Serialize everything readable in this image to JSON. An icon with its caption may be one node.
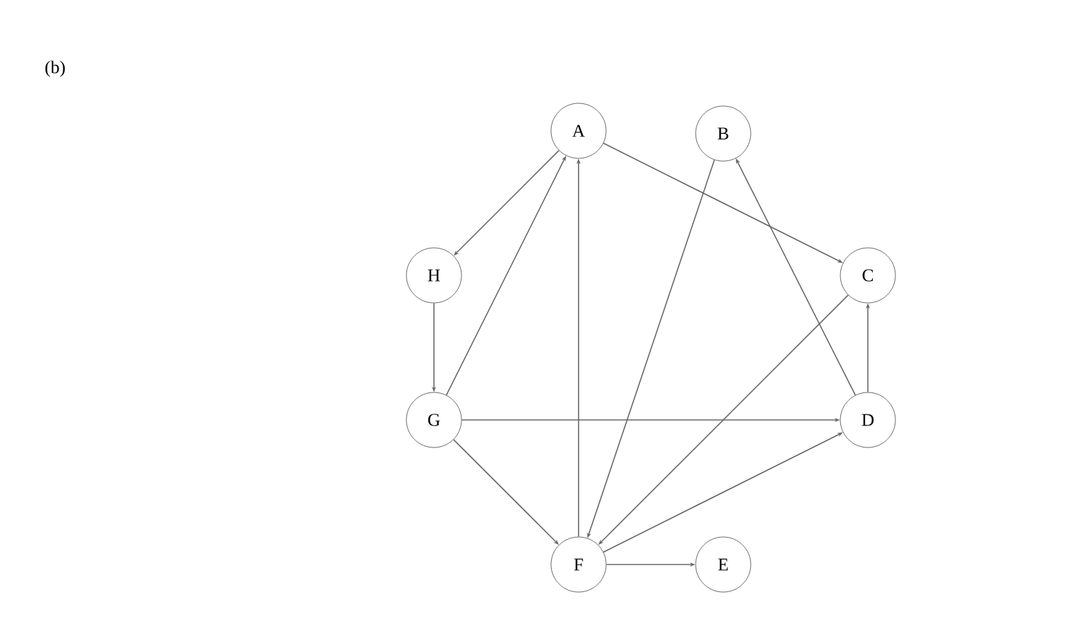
{
  "diagram": {
    "nodes": [
      {
        "text": [
          "A"
        ]
      },
      {
        "text": [
          "B"
        ]
      },
      {
        "text": [
          "C"
        ]
      },
      {
        "text": [
          "D"
        ]
      },
      {
        "text": [
          "E"
        ]
      },
      {
        "text": [
          "F"
        ]
      },
      {
        "text": [
          "G"
        ]
      },
      {
        "text": [
          "H"
        ]
      }
    ],
    "edges": [
      {
        "from": 0,
        "to": 7,
        "arrow": "to"
      },
      {
        "from": 0,
        "to": 2,
        "arrow": "to"
      },
      {
        "from": 7,
        "to": 6,
        "arrow": "to"
      },
      {
        "from": 6,
        "to": 0,
        "arrow": "to"
      },
      {
        "from": 5,
        "to": 0,
        "arrow": "to"
      },
      {
        "from": 1,
        "to": 5,
        "arrow": "to"
      },
      {
        "from": 3,
        "to": 1,
        "arrow": "to"
      },
      {
        "from": 3,
        "to": 2,
        "arrow": "to"
      },
      {
        "from": 6,
        "to": 3,
        "arrow": "to"
      },
      {
        "from": 6,
        "to": 5,
        "arrow": "to"
      },
      {
        "from": 2,
        "to": 5,
        "arrow": "to"
      },
      {
        "from": 5,
        "to": 3,
        "arrow": "to"
      },
      {
        "from": 5,
        "to": 4,
        "arrow": "to"
      }
    ],
    "labels": [
      "(b)"
    ]
  }
}
